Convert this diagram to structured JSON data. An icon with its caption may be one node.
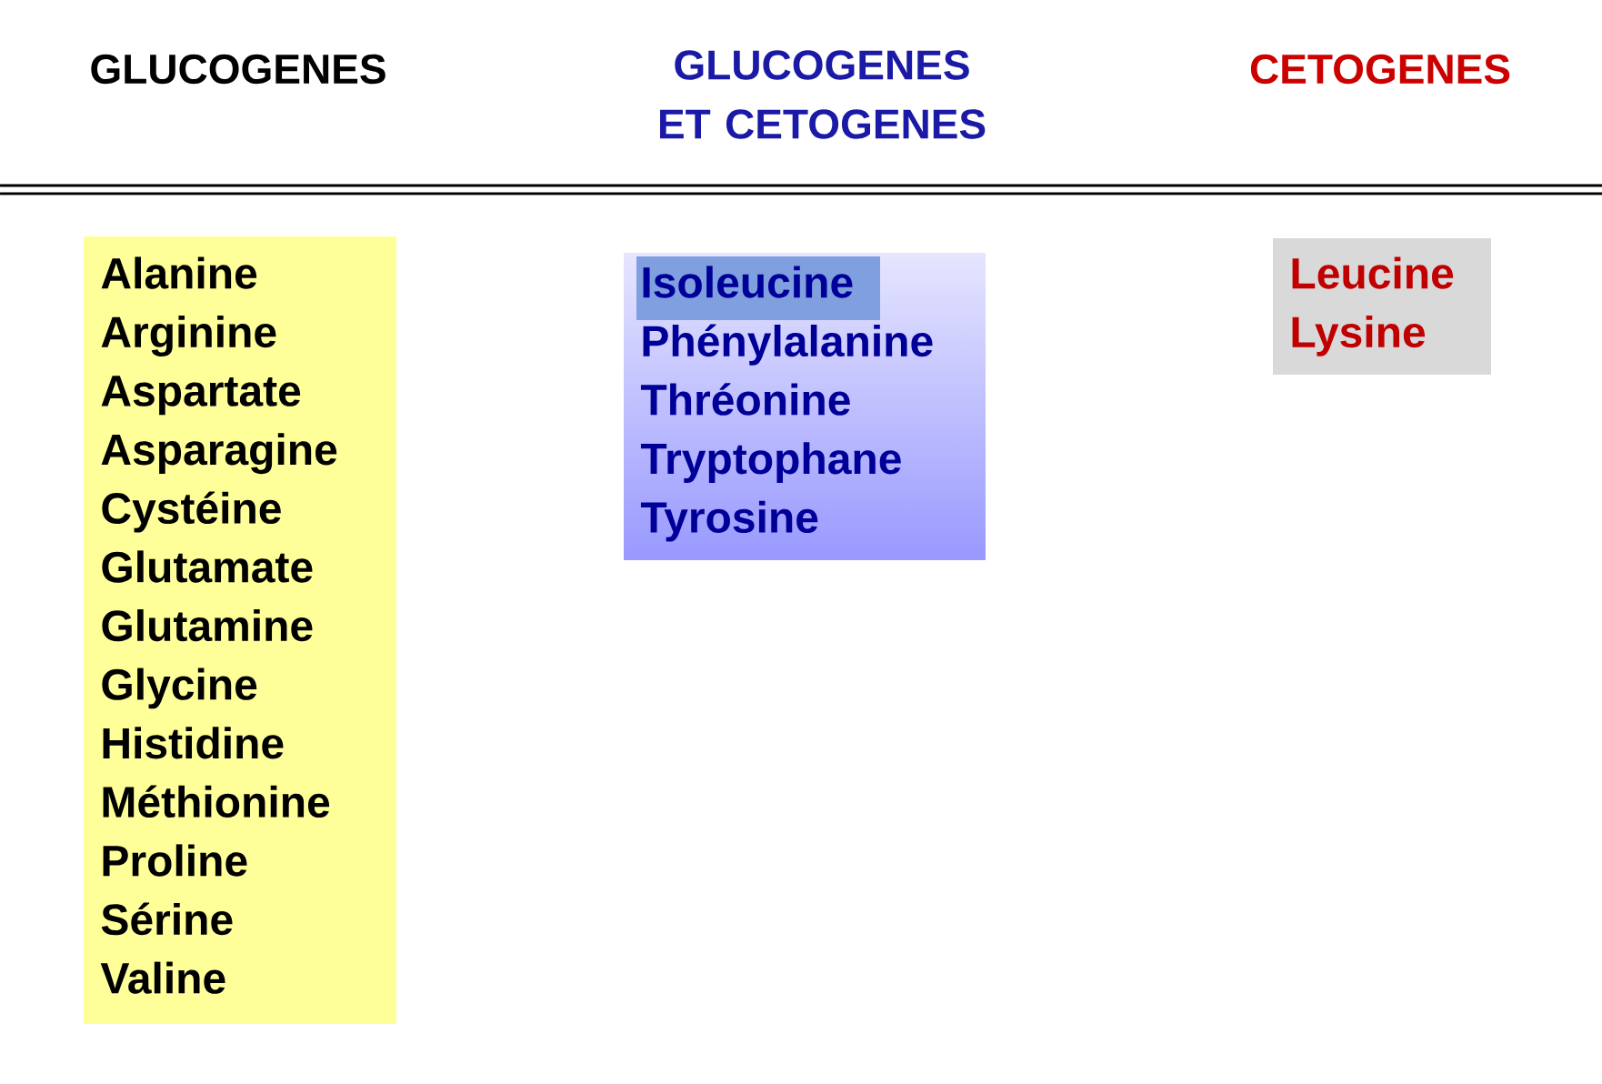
{
  "diagram": {
    "nodes": [
      {
        "text": [
          "Alanine",
          "Arginine",
          "Aspartate",
          "Asparagine",
          "Cystéine",
          "Glutamate",
          "Glutamine",
          "Glycine",
          "Histidine",
          "Méthionine",
          "Proline",
          "Sérine",
          "Valine"
        ]
      },
      {
        "text": [
          "Isoleucine",
          "Phénylalanine",
          "Thréonine",
          "Tryptophane",
          "Tyrosine"
        ]
      },
      {
        "text": [
          "Leucine",
          "Lysine"
        ]
      }
    ],
    "labels": [
      "GLUCOGENES",
      "GLUCOGENES ET CETOGENES",
      "CETOGENES"
    ]
  }
}
